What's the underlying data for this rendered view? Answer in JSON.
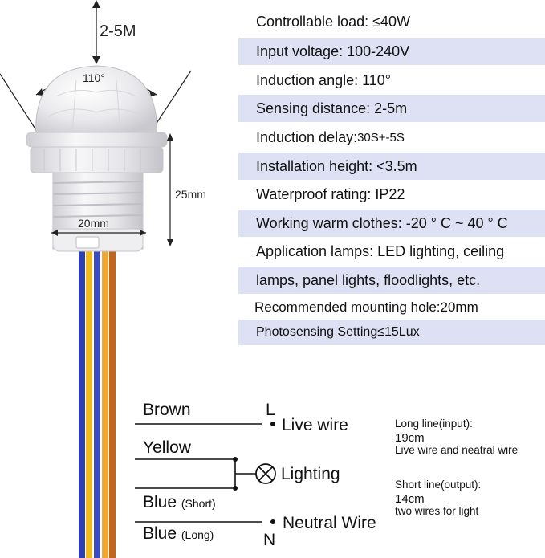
{
  "product": {
    "distance_label": "2-5M",
    "angle_label": "110°",
    "height_label": "25mm",
    "width_label": "20mm"
  },
  "specs": [
    {
      "text": "Controllable load: ≤40W",
      "shaded": false
    },
    {
      "text": "Input voltage: 100-240V",
      "shaded": true
    },
    {
      "text": "Induction angle: 110°",
      "shaded": false
    },
    {
      "text": "Sensing distance: 2-5m",
      "shaded": true
    },
    {
      "text": "Induction delay: ",
      "suffix": "30S+-5S",
      "shaded": false
    },
    {
      "text": "Installation height: <3.5m",
      "shaded": true
    },
    {
      "text": "Waterproof rating: IP22",
      "shaded": false
    },
    {
      "text": "Working warm clothes: -20 ° C ~ 40 ° C",
      "shaded": true
    },
    {
      "text": "Application lamps: LED lighting, ceiling",
      "shaded": false
    },
    {
      "text": "lamps, panel lights, floodlights, etc.",
      "shaded": true
    },
    {
      "text": "Recommended mounting hole:20mm",
      "shaded": false
    },
    {
      "text": "Photosensing Setting≤15Lux",
      "shaded": true
    }
  ],
  "wiring": {
    "brown": "Brown",
    "l_terminal": "L",
    "live_wire": "Live wire",
    "yellow": "Yellow",
    "lighting": "Lighting",
    "blue_short": "Blue",
    "short_tag": "(Short)",
    "blue_long": "Blue",
    "long_tag": "(Long)",
    "n_terminal": "N",
    "neutral_wire": "Neutral Wire"
  },
  "notes": {
    "long_title": "Long line(input):",
    "long_length": "19cm",
    "long_desc": "Live wire and neatral wire",
    "short_title": "Short line(output):",
    "short_length": "14cm",
    "short_desc": "two wires for light"
  },
  "colors": {
    "shade": "#dde1f3",
    "wire_blue": "#2b3fb0",
    "wire_yellow": "#f2b81e",
    "wire_brown": "#c0661e"
  }
}
